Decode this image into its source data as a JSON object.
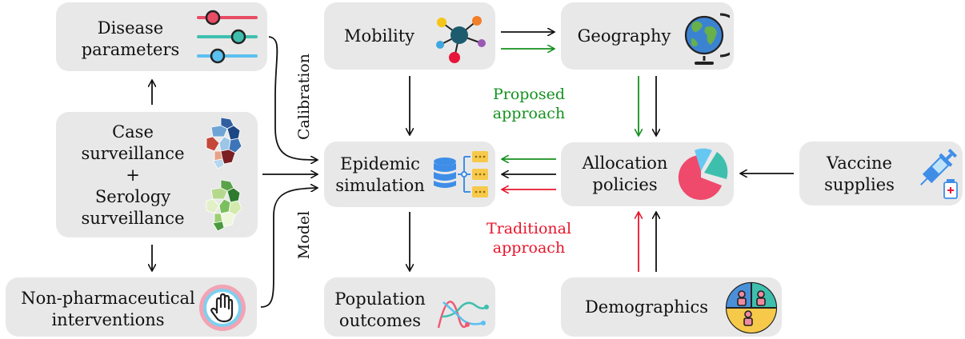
{
  "nodes": {
    "disease": "Disease\nparameters",
    "case_surveillance": "Case\nsurveillance\n+\nSerology\nsurveillance",
    "npi": "Non-pharmaceutical\ninterventions",
    "mobility": "Mobility",
    "geography": "Geography",
    "epidemic": "Epidemic\nsimulation",
    "population": "Population\noutcomes",
    "allocation": "Allocation\npolicies",
    "vaccine": "Vaccine\nsupplies",
    "demographics": "Demographics"
  },
  "edge_labels": {
    "calibration": "Calibration",
    "model": "Model",
    "proposed": "Proposed\napproach",
    "traditional": "Traditional\napproach"
  },
  "colors": {
    "box_fill": "#e8e8e8",
    "arrow": "#111111",
    "proposed": "#14911e",
    "traditional": "#e8152b"
  },
  "icons": {
    "disease": "slider-controls-icon",
    "case_surveillance": "choropleth-map-icon",
    "npi": "raised-hand-icon",
    "mobility": "network-icon",
    "geography": "globe-icon",
    "epidemic": "database-flow-icon",
    "population": "curves-chart-icon",
    "allocation": "pie-chart-icon",
    "vaccine": "syringe-icon",
    "demographics": "population-groups-icon"
  }
}
